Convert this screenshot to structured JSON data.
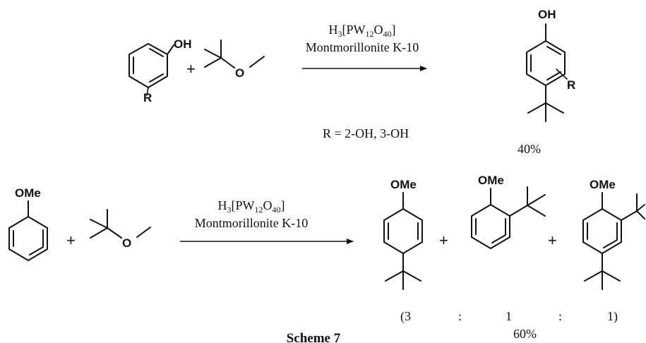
{
  "scheme_label": "Scheme 7",
  "reaction1": {
    "reactant_substituent": "OH",
    "reactant_r_label": "R",
    "plus": "+",
    "ether_o_label": "O",
    "reagent_line1": "H3[PW12O40]",
    "reagent_line2": "Montmorillonite K-10",
    "product_substituent": "OH",
    "product_r_label": "R",
    "condition": "R = 2-OH, 3-OH",
    "yield": "40%"
  },
  "reaction2": {
    "reactant_substituent": "OMe",
    "plus": "+",
    "ether_o_label": "O",
    "reagent_line1": "H3[PW12O40]",
    "reagent_line2": "Montmorillonite K-10",
    "product1_substituent": "OMe",
    "product2_substituent": "OMe",
    "product3_substituent": "OMe",
    "plus_a": "+",
    "plus_b": "+",
    "ratio": [
      "(3",
      ":",
      "1",
      ":",
      "1)"
    ],
    "yield": "60%"
  }
}
